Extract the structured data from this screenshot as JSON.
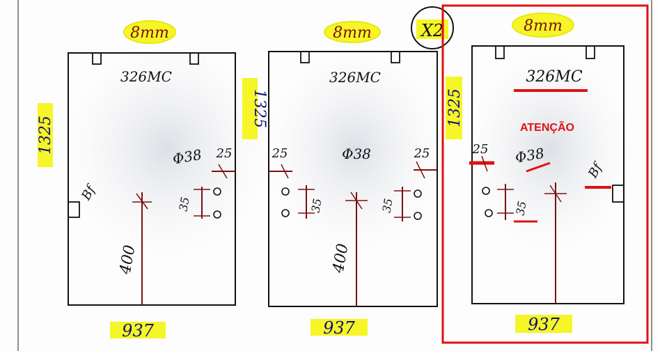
{
  "diagram": {
    "panels": [
      {
        "thickness": "8mm",
        "material": "326MC",
        "height": "1325",
        "width": "937",
        "diameter": "Φ38",
        "edge_offset": "25",
        "hole_spacing": "35",
        "center_distance": "400",
        "finish_mark": "Bf"
      },
      {
        "thickness": "8mm",
        "material": "326MC",
        "height": "1325",
        "width": "937",
        "diameter": "Φ38",
        "edge_offset_left": "25",
        "edge_offset_right": "25",
        "hole_spacing_left": "35",
        "hole_spacing_right": "35",
        "center_distance": "400"
      },
      {
        "thickness": "8mm",
        "material": "326MC",
        "height": "1325",
        "width": "937",
        "diameter": "Φ38",
        "edge_offset": "25",
        "hole_spacing": "35",
        "finish_mark": "Bf",
        "warning": "ATENÇÃO"
      }
    ],
    "quantity_mark": "X2",
    "colors": {
      "highlighter": "#f5f528",
      "ink_blue": "#10107a",
      "ink_red": "#7a1010",
      "marker_red": "#e01010",
      "frame": "#111111"
    }
  }
}
